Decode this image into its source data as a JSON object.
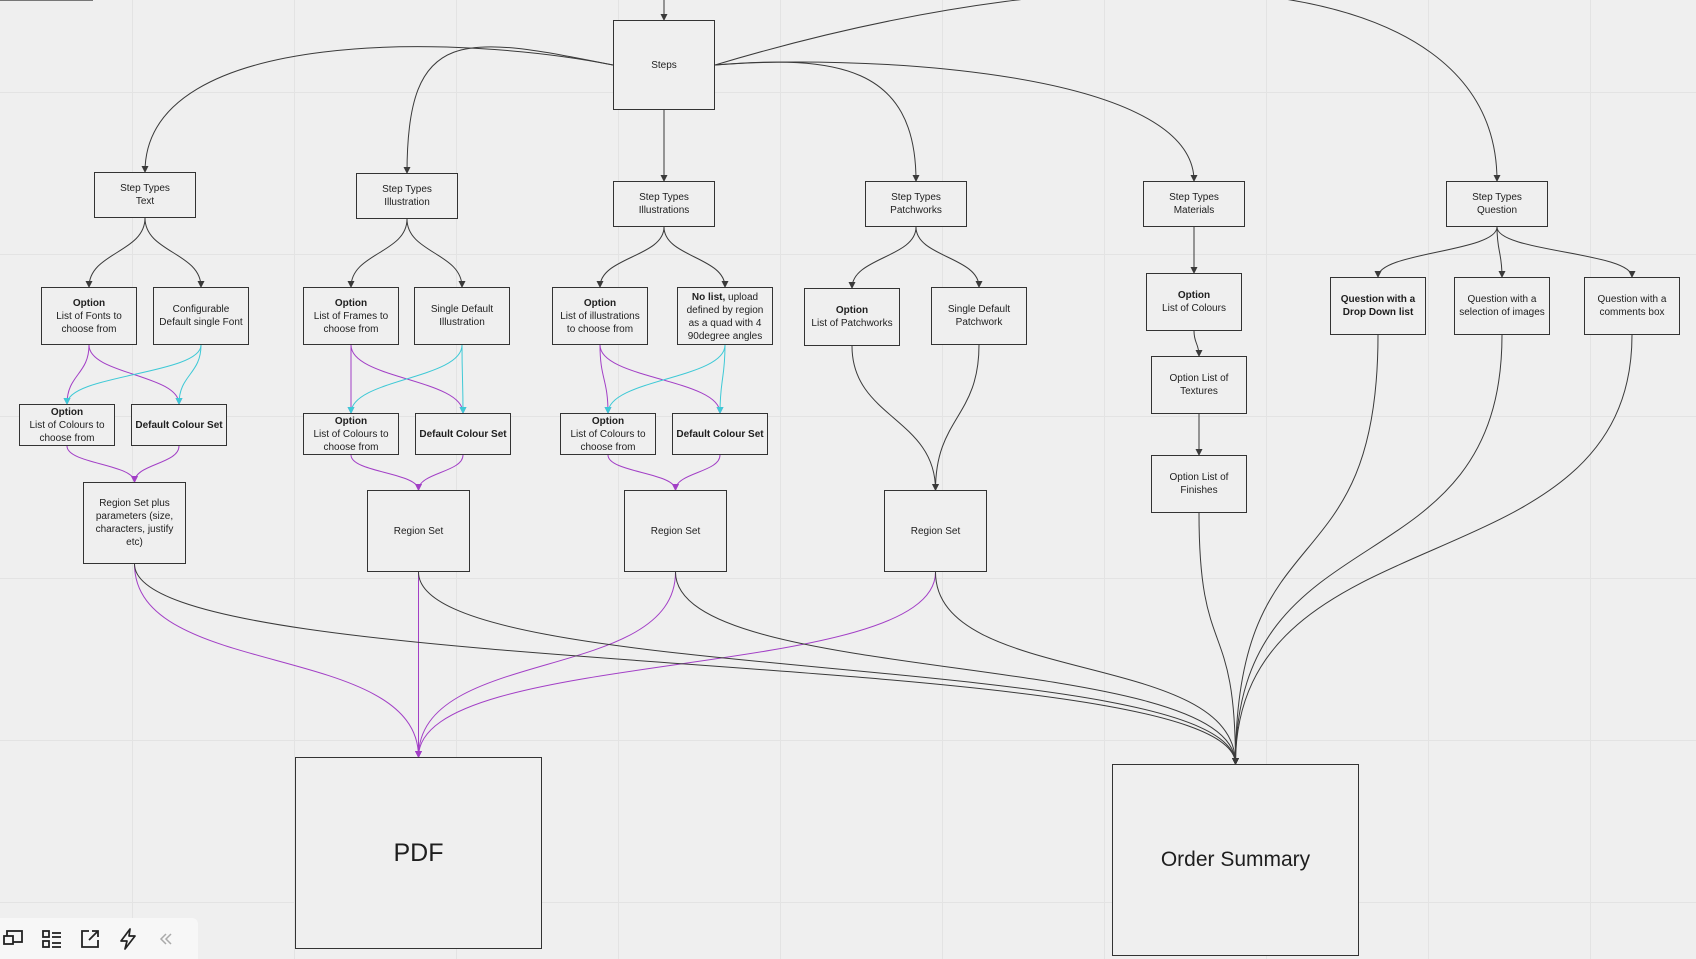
{
  "colors": {
    "black_edge": "#3a3a3a",
    "purple_edge": "#a23fc6",
    "cyan_edge": "#3ec9d6",
    "node_border": "#333333",
    "canvas": "#efefef"
  },
  "nodes": [
    {
      "id": "steps",
      "name": "node-steps",
      "t1": "Steps",
      "t2": "",
      "style": ""
    },
    {
      "id": "st_text",
      "name": "node-step-types-text",
      "t1": "Step Types",
      "t2": "Text",
      "style": ""
    },
    {
      "id": "st_illu",
      "name": "node-step-types-illustration",
      "t1": "Step Types",
      "t2": "Illustration",
      "style": ""
    },
    {
      "id": "st_illus",
      "name": "node-step-types-illustrations",
      "t1": "Step Types",
      "t2": "Illustrations",
      "style": ""
    },
    {
      "id": "st_patch",
      "name": "node-step-types-patchworks",
      "t1": "Step Types",
      "t2": "Patchworks",
      "style": ""
    },
    {
      "id": "st_mat",
      "name": "node-step-types-materials",
      "t1": "Step Types",
      "t2": "Materials",
      "style": ""
    },
    {
      "id": "st_q",
      "name": "node-step-types-question",
      "t1": "Step Types",
      "t2": "Question",
      "style": ""
    },
    {
      "id": "opt_fonts",
      "name": "node-option-list-of-fonts",
      "t1": "Option",
      "t2": "List of Fonts to choose from",
      "style": "boldfirst"
    },
    {
      "id": "conf_font",
      "name": "node-configurable-default-font",
      "t1": "Configurable Default single Font",
      "t2": "",
      "style": ""
    },
    {
      "id": "opt_frames",
      "name": "node-option-list-of-frames",
      "t1": "Option",
      "t2": "List of Frames to choose from",
      "style": "boldfirst"
    },
    {
      "id": "single_illu",
      "name": "node-single-default-illustration",
      "t1": "Single Default Illustration",
      "t2": "",
      "style": ""
    },
    {
      "id": "opt_illus",
      "name": "node-option-list-of-illustrations",
      "t1": "Option",
      "t2": "List of illustrations to choose from",
      "style": "boldfirst"
    },
    {
      "id": "nolist",
      "name": "node-no-list-upload",
      "t1": "No list,",
      "t2": " upload defined by region as a quad with 4 90degree angles",
      "style": "inline"
    },
    {
      "id": "opt_patch",
      "name": "node-option-list-of-patchworks",
      "t1": "Option",
      "t2": "List of Patchworks",
      "style": "boldfirst"
    },
    {
      "id": "single_patch",
      "name": "node-single-default-patchwork",
      "t1": "Single Default Patchwork",
      "t2": "",
      "style": ""
    },
    {
      "id": "opt_col_mat",
      "name": "node-option-list-of-colours-materials",
      "t1": "Option",
      "t2": "List of Colours",
      "style": "boldfirst"
    },
    {
      "id": "q_dd",
      "name": "node-question-drop-down",
      "t1": "Question with a Drop Down list",
      "t2": "",
      "style": "allbold"
    },
    {
      "id": "q_img",
      "name": "node-question-selection-images",
      "t1": "Question with a selection of images",
      "t2": "",
      "style": ""
    },
    {
      "id": "q_cb",
      "name": "node-question-comments-box",
      "t1": "Question with a comments box",
      "t2": "",
      "style": ""
    },
    {
      "id": "opt_col_a",
      "name": "node-option-list-of-colours-text",
      "t1": "Option",
      "t2": "List of Colours to choose from",
      "style": "boldfirst"
    },
    {
      "id": "def_col_a",
      "name": "node-default-colour-set-text",
      "t1": "Default Colour Set",
      "t2": "",
      "style": "allbold"
    },
    {
      "id": "opt_col_b",
      "name": "node-option-list-of-colours-illustration",
      "t1": "Option",
      "t2": "List of Colours to choose from",
      "style": "boldfirst"
    },
    {
      "id": "def_col_b",
      "name": "node-default-colour-set-illustration",
      "t1": "Default Colour Set",
      "t2": "",
      "style": "allbold"
    },
    {
      "id": "opt_col_c",
      "name": "node-option-list-of-colours-illustrations",
      "t1": "Option",
      "t2": "List of Colours to choose from",
      "style": "boldfirst"
    },
    {
      "id": "def_col_c",
      "name": "node-default-colour-set-illustrations",
      "t1": "Default Colour Set",
      "t2": "",
      "style": "allbold"
    },
    {
      "id": "opt_tex",
      "name": "node-option-list-of-textures",
      "t1": "Option List of Textures",
      "t2": "",
      "style": ""
    },
    {
      "id": "opt_fin",
      "name": "node-option-list-of-finishes",
      "t1": "Option List of Finishes",
      "t2": "",
      "style": ""
    },
    {
      "id": "region_text",
      "name": "node-region-set-plus-parameters",
      "t1": "Region Set plus parameters (size, characters, justify etc)",
      "t2": "",
      "style": ""
    },
    {
      "id": "region_b",
      "name": "node-region-set-illustration",
      "t1": "Region Set",
      "t2": "",
      "style": ""
    },
    {
      "id": "region_c",
      "name": "node-region-set-illustrations",
      "t1": "Region Set",
      "t2": "",
      "style": ""
    },
    {
      "id": "region_d",
      "name": "node-region-set-patchworks",
      "t1": "Region Set",
      "t2": "",
      "style": ""
    },
    {
      "id": "pdf",
      "name": "node-pdf",
      "t1": "PDF",
      "t2": "",
      "style": "big"
    },
    {
      "id": "order",
      "name": "node-order-summary",
      "t1": "Order Summary",
      "t2": "",
      "style": "med"
    }
  ],
  "edges": [
    {
      "from": "top",
      "to": "steps",
      "color": "black"
    },
    {
      "from": "steps",
      "to": "st_text",
      "color": "black"
    },
    {
      "from": "steps",
      "to": "st_illu",
      "color": "black"
    },
    {
      "from": "steps",
      "to": "st_illus",
      "color": "black"
    },
    {
      "from": "steps",
      "to": "st_patch",
      "color": "black"
    },
    {
      "from": "steps",
      "to": "st_mat",
      "color": "black"
    },
    {
      "from": "steps",
      "to": "st_q",
      "color": "black"
    },
    {
      "from": "st_text",
      "to": "opt_fonts",
      "color": "black"
    },
    {
      "from": "st_text",
      "to": "conf_font",
      "color": "black"
    },
    {
      "from": "st_illu",
      "to": "opt_frames",
      "color": "black"
    },
    {
      "from": "st_illu",
      "to": "single_illu",
      "color": "black"
    },
    {
      "from": "st_illus",
      "to": "opt_illus",
      "color": "black"
    },
    {
      "from": "st_illus",
      "to": "nolist",
      "color": "black"
    },
    {
      "from": "st_patch",
      "to": "opt_patch",
      "color": "black"
    },
    {
      "from": "st_patch",
      "to": "single_patch",
      "color": "black"
    },
    {
      "from": "st_mat",
      "to": "opt_col_mat",
      "color": "black"
    },
    {
      "from": "st_q",
      "to": "q_dd",
      "color": "black"
    },
    {
      "from": "st_q",
      "to": "q_img",
      "color": "black"
    },
    {
      "from": "st_q",
      "to": "q_cb",
      "color": "black"
    },
    {
      "from": "opt_fonts",
      "to": "opt_col_a",
      "color": "purple"
    },
    {
      "from": "opt_fonts",
      "to": "def_col_a",
      "color": "purple"
    },
    {
      "from": "conf_font",
      "to": "opt_col_a",
      "color": "cyan"
    },
    {
      "from": "conf_font",
      "to": "def_col_a",
      "color": "cyan"
    },
    {
      "from": "opt_col_a",
      "to": "region_text",
      "color": "purple"
    },
    {
      "from": "def_col_a",
      "to": "region_text",
      "color": "purple"
    },
    {
      "from": "opt_frames",
      "to": "opt_col_b",
      "color": "purple"
    },
    {
      "from": "opt_frames",
      "to": "def_col_b",
      "color": "purple"
    },
    {
      "from": "single_illu",
      "to": "opt_col_b",
      "color": "cyan"
    },
    {
      "from": "single_illu",
      "to": "def_col_b",
      "color": "cyan"
    },
    {
      "from": "opt_col_b",
      "to": "region_b",
      "color": "purple"
    },
    {
      "from": "def_col_b",
      "to": "region_b",
      "color": "purple"
    },
    {
      "from": "opt_illus",
      "to": "opt_col_c",
      "color": "purple"
    },
    {
      "from": "opt_illus",
      "to": "def_col_c",
      "color": "purple"
    },
    {
      "from": "nolist",
      "to": "opt_col_c",
      "color": "cyan"
    },
    {
      "from": "nolist",
      "to": "def_col_c",
      "color": "cyan"
    },
    {
      "from": "opt_col_c",
      "to": "region_c",
      "color": "purple"
    },
    {
      "from": "def_col_c",
      "to": "region_c",
      "color": "purple"
    },
    {
      "from": "opt_patch",
      "to": "region_d",
      "color": "black"
    },
    {
      "from": "single_patch",
      "to": "region_d",
      "color": "black"
    },
    {
      "from": "opt_col_mat",
      "to": "opt_tex",
      "color": "black"
    },
    {
      "from": "opt_tex",
      "to": "opt_fin",
      "color": "black"
    },
    {
      "from": "region_text",
      "to": "pdf",
      "color": "purple"
    },
    {
      "from": "region_b",
      "to": "pdf",
      "color": "purple"
    },
    {
      "from": "region_c",
      "to": "pdf",
      "color": "purple"
    },
    {
      "from": "region_d",
      "to": "pdf",
      "color": "purple"
    },
    {
      "from": "region_text",
      "to": "order",
      "color": "black"
    },
    {
      "from": "region_b",
      "to": "order",
      "color": "black"
    },
    {
      "from": "region_c",
      "to": "order",
      "color": "black"
    },
    {
      "from": "region_d",
      "to": "order",
      "color": "black"
    },
    {
      "from": "opt_fin",
      "to": "order",
      "color": "black"
    },
    {
      "from": "q_dd",
      "to": "order",
      "color": "black"
    },
    {
      "from": "q_img",
      "to": "order",
      "color": "black"
    },
    {
      "from": "q_cb",
      "to": "order",
      "color": "black"
    }
  ],
  "toolbar": [
    {
      "name": "frames-icon",
      "label": "Frames"
    },
    {
      "name": "outline-icon",
      "label": "Outline"
    },
    {
      "name": "share-icon",
      "label": "Share"
    },
    {
      "name": "lightning-icon",
      "label": "Actions"
    },
    {
      "name": "collapse-icon",
      "label": "Collapse"
    }
  ]
}
